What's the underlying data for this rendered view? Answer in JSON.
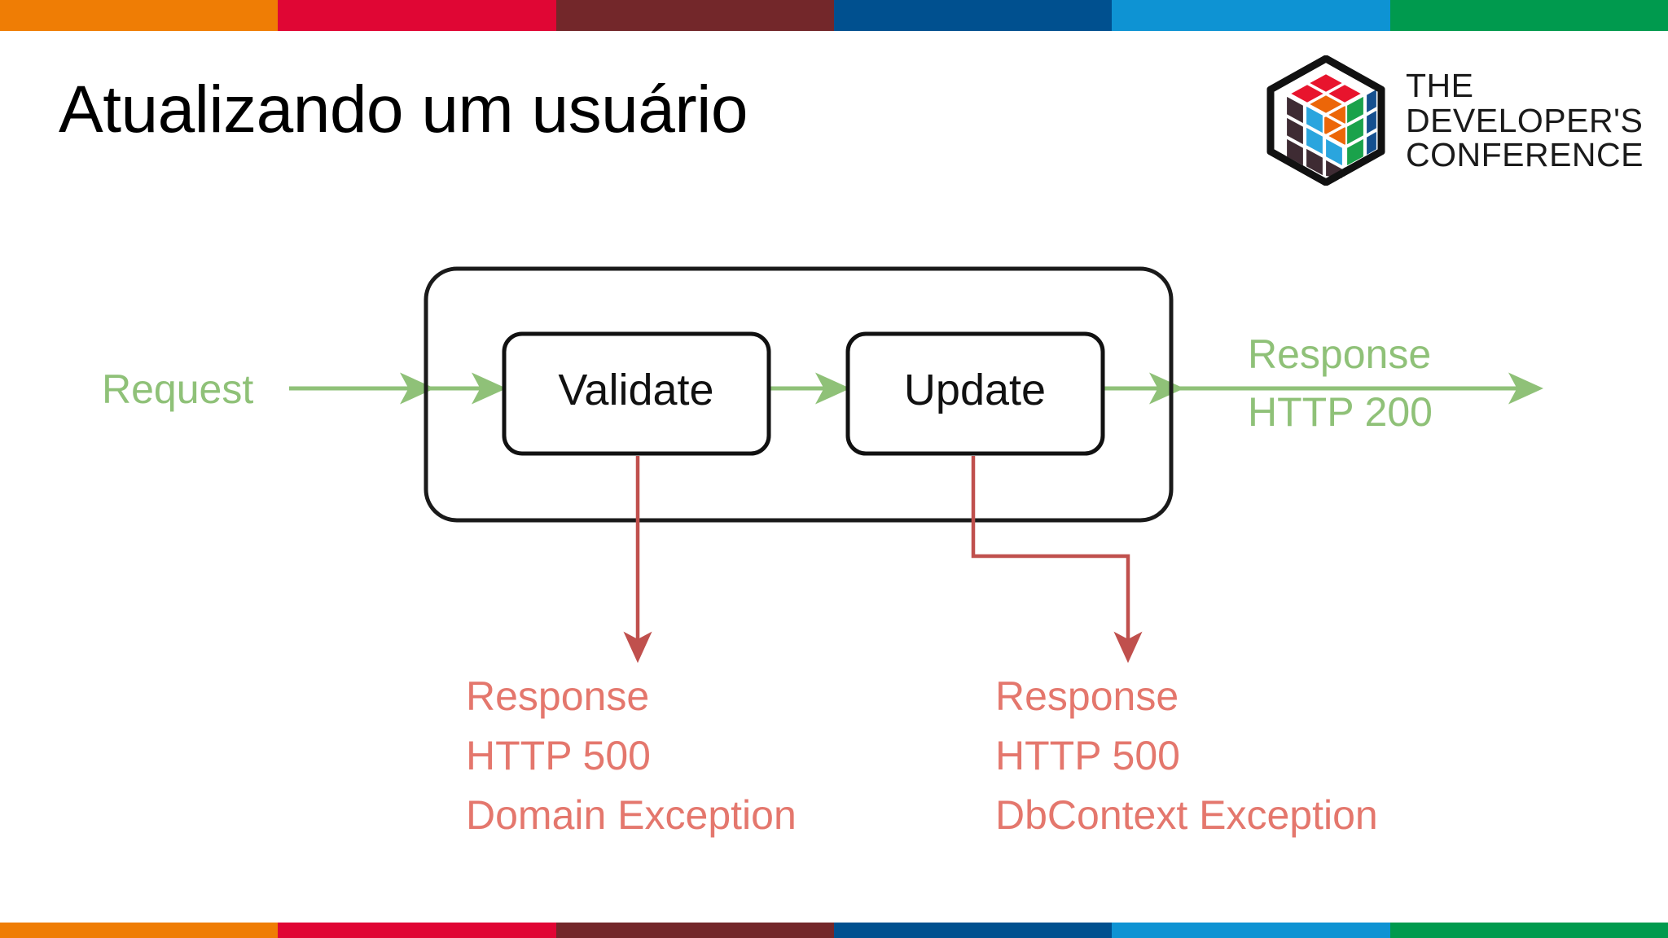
{
  "slide": {
    "title": "Atualizando um usuário",
    "background": "#ffffff"
  },
  "color_bar": {
    "segments": [
      {
        "name": "orange",
        "color": "#ef7d05"
      },
      {
        "name": "crimson",
        "color": "#e00634"
      },
      {
        "name": "dark-red",
        "color": "#73272a"
      },
      {
        "name": "dark-blue",
        "color": "#00508f"
      },
      {
        "name": "light-blue",
        "color": "#0e93d3"
      },
      {
        "name": "green",
        "color": "#009a4e"
      }
    ]
  },
  "logo": {
    "line1": "THE",
    "line2": "DEVELOPER'S",
    "line3": "CONFERENCE",
    "cube_colors": {
      "top_red": "#e8142d",
      "top_orange": "#ec6608",
      "right_green": "#1aa24b",
      "right_blue": "#15508f",
      "left_blue": "#2aa5de",
      "left_dark": "#3e2b33",
      "outline": "#111111"
    }
  },
  "diagram": {
    "container": {
      "name": "request-pipeline-container"
    },
    "nodes": [
      {
        "id": "validate",
        "label": "Validate"
      },
      {
        "id": "update",
        "label": "Update"
      }
    ],
    "flow_in": {
      "label": "Request",
      "color": "#8fc178"
    },
    "flow_out": {
      "line1": "Response",
      "line2": "HTTP 200",
      "color": "#8fc178"
    },
    "errors": [
      {
        "id": "validate-error",
        "line1": "Response",
        "line2": "HTTP 500",
        "line3": "Domain Exception",
        "color": "#e4776d"
      },
      {
        "id": "update-error",
        "line1": "Response",
        "line2": "HTTP 500",
        "line3": "DbContext Exception",
        "color": "#e4776d"
      }
    ],
    "arrow_colors": {
      "success": "#8fc178",
      "error": "#c0504d"
    }
  }
}
